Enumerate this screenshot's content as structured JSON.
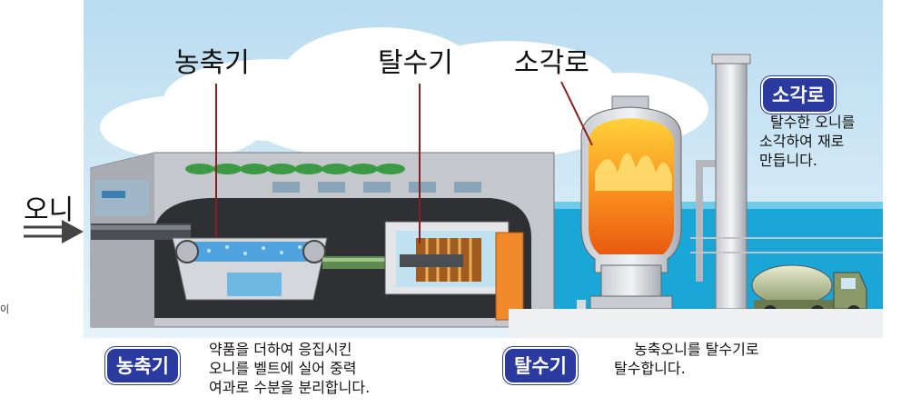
{
  "labels": {
    "thickener_top": "농축기",
    "dewaterer_top": "탈수기",
    "incinerator_top": "소각로",
    "sludge_in": "오니"
  },
  "badges": {
    "incinerator": "소각로",
    "thickener": "농축기",
    "dewaterer": "탈수기"
  },
  "descriptions": {
    "incinerator": [
      "탈수한 오니를",
      "소각하여 재로",
      "만듭니다."
    ],
    "thickener": [
      "약품을 더하여 응집시킨",
      "오니를 벨트에 실어 중력",
      "여과로 수분을 분리합니다."
    ],
    "dewaterer": [
      "농축오니를 탈수기로",
      "탈수합니다."
    ]
  },
  "side_fragment": "이",
  "colors": {
    "sky": "#d7ecf7",
    "sea": "#1aa6d6",
    "badge": "#2a3a9e",
    "flame": "#f28a1c",
    "building": "#b9bcc2"
  }
}
